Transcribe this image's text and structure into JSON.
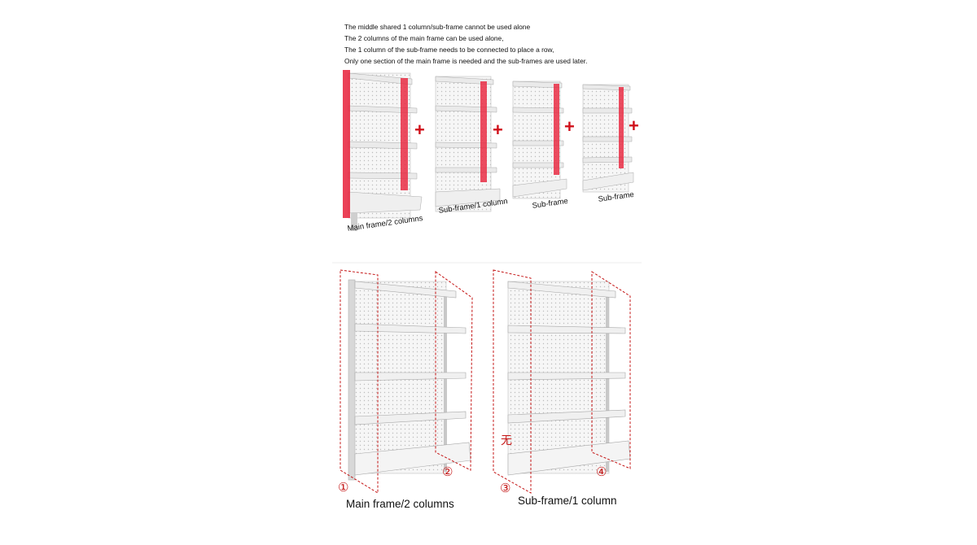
{
  "notes": [
    "The middle shared 1 column/sub-frame cannot be used alone",
    "The 2 columns of the main frame can be used alone,",
    "The 1 column of the sub-frame needs to be connected to place a row,",
    "Only one section of the main frame is needed and the sub-frames are used later."
  ],
  "top_captions": [
    "Main frame/2 columns",
    "Sub-frame/1 column",
    "Sub-frame",
    "Sub-frame"
  ],
  "plus_sign": "+",
  "bottom_captions": [
    "Main frame/2 columns",
    "Sub-frame/1 column"
  ],
  "column_numbers": [
    "①",
    "②",
    "③",
    "④"
  ],
  "none_mark": "无",
  "colors": {
    "highlight": "#e8203a",
    "plus": "#d0101a",
    "dashed": "#c41414",
    "shelf": "#f2f2f2",
    "shelf_edge": "#a8a8a8"
  }
}
